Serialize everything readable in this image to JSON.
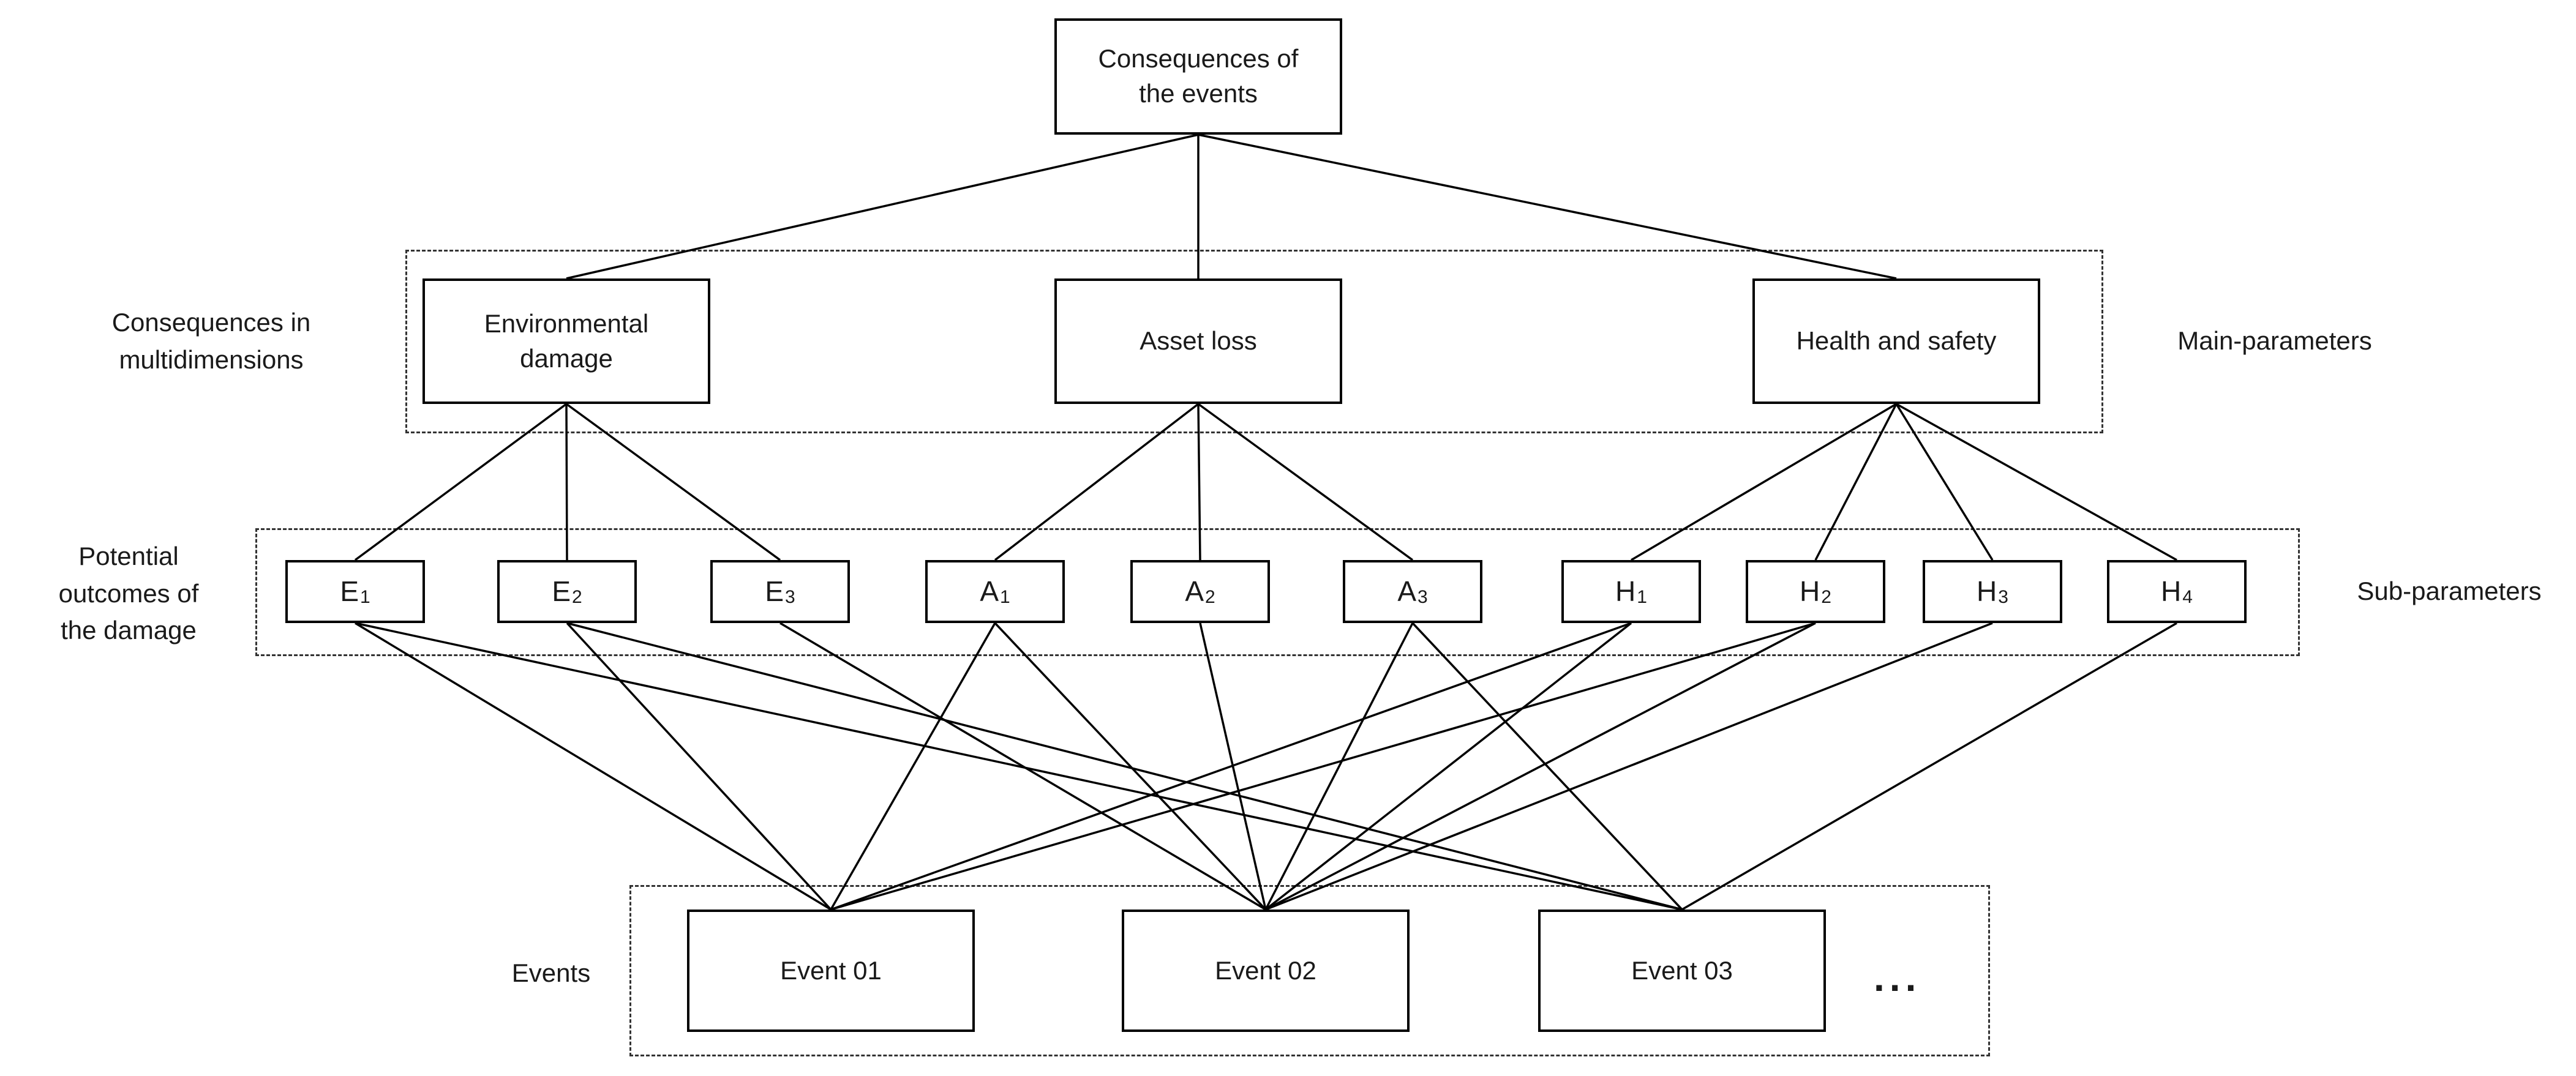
{
  "diagram": {
    "title_node": {
      "label": "Consequences of\nthe events"
    },
    "main_parameters": {
      "items": [
        {
          "id": "env",
          "label": "Environmental\ndamage"
        },
        {
          "id": "asset",
          "label": "Asset loss"
        },
        {
          "id": "hs",
          "label": "Health and safety"
        }
      ]
    },
    "sub_parameters": {
      "items": [
        {
          "id": "E1",
          "letter": "E",
          "subscript": "1"
        },
        {
          "id": "E2",
          "letter": "E",
          "subscript": "2"
        },
        {
          "id": "E3",
          "letter": "E",
          "subscript": "3"
        },
        {
          "id": "A1",
          "letter": "A",
          "subscript": "1"
        },
        {
          "id": "A2",
          "letter": "A",
          "subscript": "2"
        },
        {
          "id": "A3",
          "letter": "A",
          "subscript": "3"
        },
        {
          "id": "H1",
          "letter": "H",
          "subscript": "1"
        },
        {
          "id": "H2",
          "letter": "H",
          "subscript": "2"
        },
        {
          "id": "H3",
          "letter": "H",
          "subscript": "3"
        },
        {
          "id": "H4",
          "letter": "H",
          "subscript": "4"
        }
      ]
    },
    "events": {
      "items": [
        {
          "id": "EV1",
          "label": "Event 01"
        },
        {
          "id": "EV2",
          "label": "Event 02"
        },
        {
          "id": "EV3",
          "label": "Event 03"
        }
      ],
      "ellipsis": "..."
    },
    "side_labels": {
      "multidimensions": "Consequences in\nmultidimensions",
      "main": "Main-parameters",
      "outcomes": "Potential\noutcomes of\nthe damage",
      "sub": "Sub-parameters",
      "events": "Events"
    },
    "edges": {
      "root_to_main": [
        [
          "root",
          "env"
        ],
        [
          "root",
          "asset"
        ],
        [
          "root",
          "hs"
        ]
      ],
      "main_to_sub": [
        [
          "env",
          "E1"
        ],
        [
          "env",
          "E2"
        ],
        [
          "env",
          "E3"
        ],
        [
          "asset",
          "A1"
        ],
        [
          "asset",
          "A2"
        ],
        [
          "asset",
          "A3"
        ],
        [
          "hs",
          "H1"
        ],
        [
          "hs",
          "H2"
        ],
        [
          "hs",
          "H3"
        ],
        [
          "hs",
          "H4"
        ]
      ],
      "sub_to_events": [
        [
          "E1",
          "EV1"
        ],
        [
          "E1",
          "EV3"
        ],
        [
          "E2",
          "EV1"
        ],
        [
          "E2",
          "EV3"
        ],
        [
          "E3",
          "EV2"
        ],
        [
          "A1",
          "EV1"
        ],
        [
          "A1",
          "EV2"
        ],
        [
          "A2",
          "EV2"
        ],
        [
          "A3",
          "EV2"
        ],
        [
          "A3",
          "EV3"
        ],
        [
          "H1",
          "EV1"
        ],
        [
          "H1",
          "EV2"
        ],
        [
          "H2",
          "EV1"
        ],
        [
          "H2",
          "EV2"
        ],
        [
          "H3",
          "EV2"
        ],
        [
          "H4",
          "EV3"
        ]
      ]
    },
    "colors": {
      "line": "#000000",
      "box_border": "#000000",
      "dashed_border": "#333333",
      "background": "#ffffff"
    }
  }
}
